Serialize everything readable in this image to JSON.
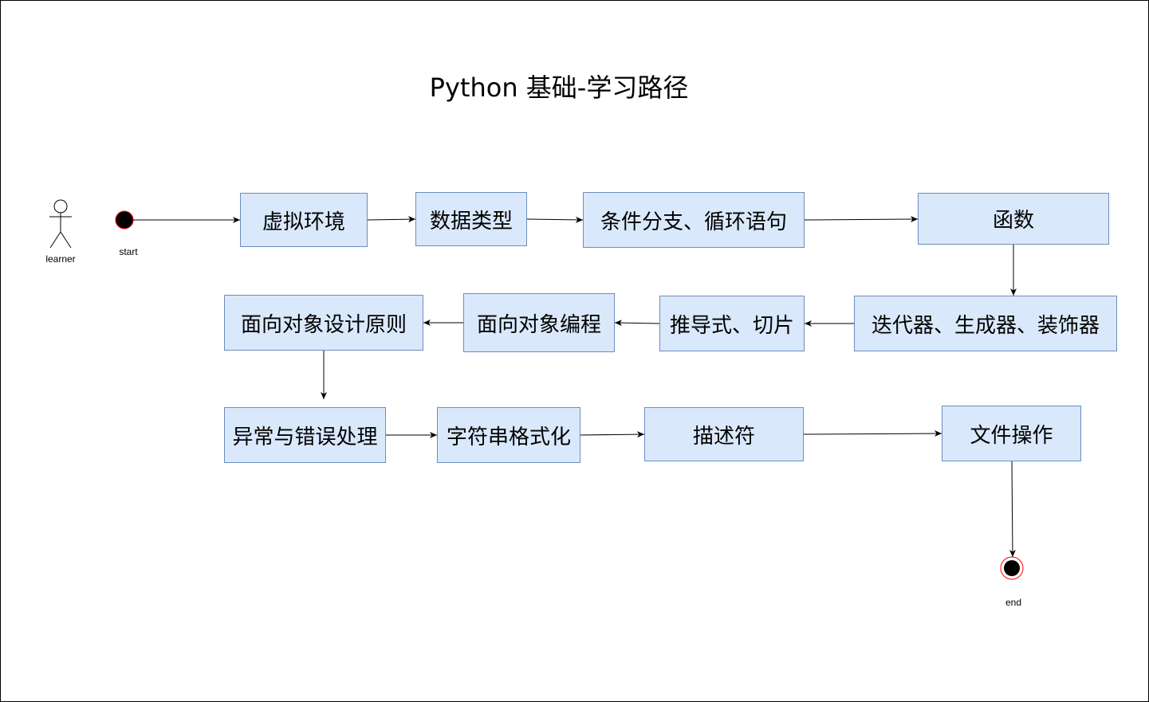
{
  "diagram": {
    "title": "Python 基础-学习路径",
    "actor_label": "learner",
    "start_label": "start",
    "end_label": "end",
    "nodes": [
      "虚拟环境",
      "数据类型",
      "条件分支、循环语句",
      "函数",
      "迭代器、生成器、装饰器",
      "推导式、切片",
      "面向对象编程",
      "面向对象设计原则",
      "异常与错误处理",
      "字符串格式化",
      "描述符",
      "文件操作"
    ]
  },
  "colors": {
    "node_fill": "#dae8fc",
    "node_border": "#6c8ebf",
    "start_end_fill": "#000000",
    "end_ring": "#ff0000"
  }
}
